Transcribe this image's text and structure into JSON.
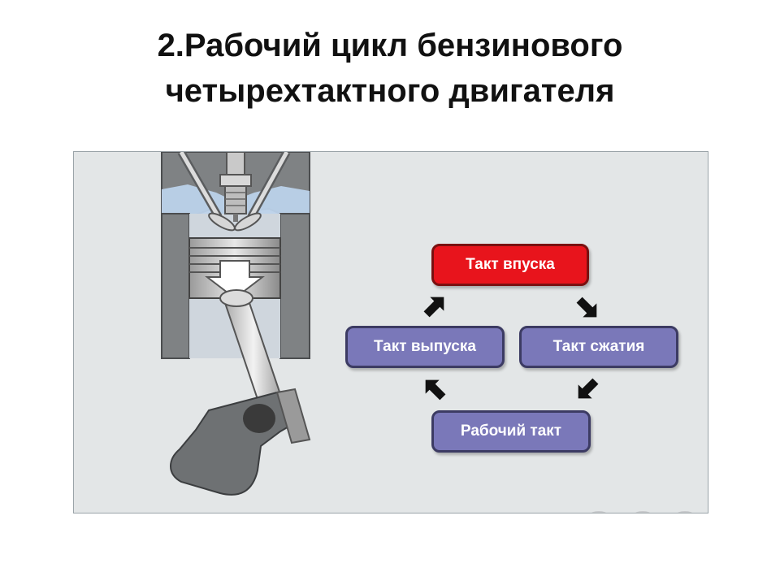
{
  "title": {
    "line1": "2.Рабочий цикл бензинового",
    "line2": "четырехтактного двигателя"
  },
  "cycle": {
    "steps": [
      {
        "label": "Такт впуска",
        "color": "#e8141c"
      },
      {
        "label": "Такт сжатия",
        "color": "#7a78b9"
      },
      {
        "label": "Рабочий такт",
        "color": "#7a78b9"
      },
      {
        "label": "Такт выпуска",
        "color": "#7a78b9"
      }
    ],
    "arrow_color": "#111111"
  },
  "engine": {
    "piston_direction": "down",
    "icons": [
      "spark-plug-icon",
      "intake-valve-icon",
      "exhaust-valve-icon",
      "piston-icon",
      "connecting-rod-icon",
      "crankshaft-icon"
    ]
  }
}
